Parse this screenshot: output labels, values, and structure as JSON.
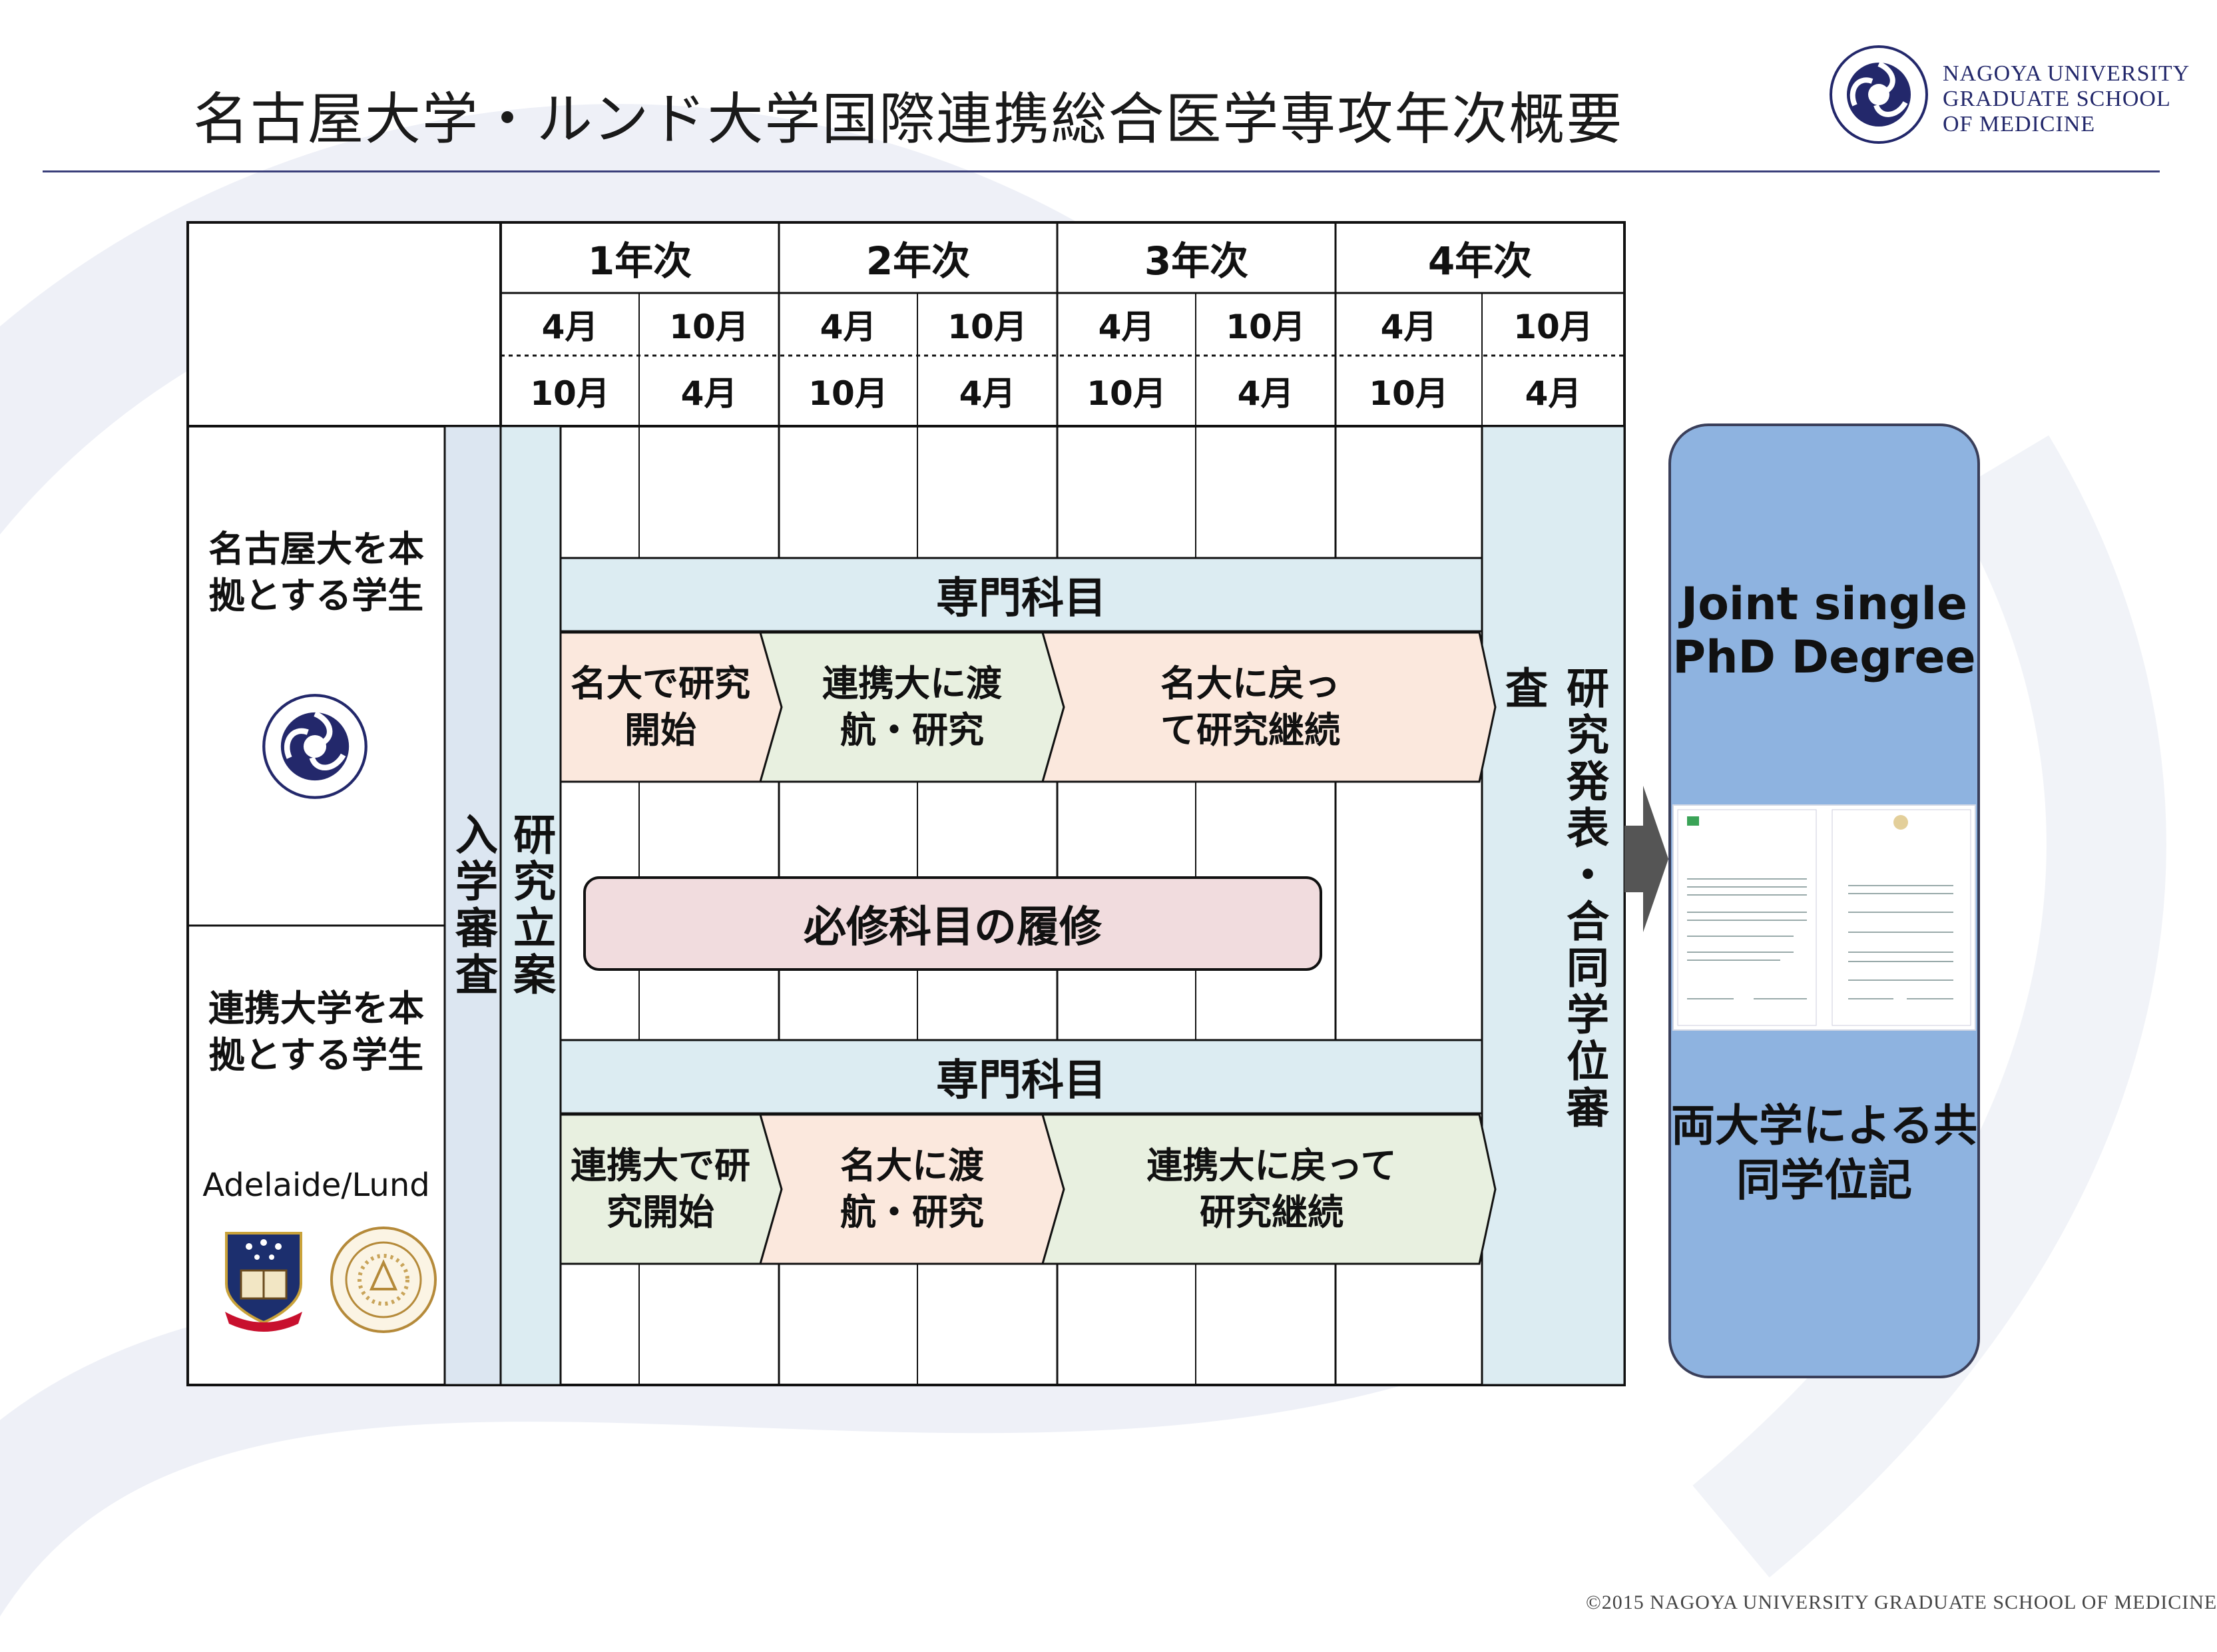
{
  "header": {
    "title": "名古屋大学・ルンド大学国際連携総合医学専攻年次概要",
    "university": {
      "line1": "NAGOYA UNIVERSITY",
      "line2": "GRADUATE SCHOOL",
      "line3": "OF MEDICINE",
      "logo_icon": "nagoya-university-seal-icon"
    }
  },
  "schedule": {
    "years": [
      "1年次",
      "2年次",
      "3年次",
      "4年次"
    ],
    "terms": [
      {
        "start": "4月",
        "end": "10月"
      },
      {
        "start": "10月",
        "end": "4月"
      },
      {
        "start": "4月",
        "end": "10月"
      },
      {
        "start": "10月",
        "end": "4月"
      },
      {
        "start": "4月",
        "end": "10月"
      },
      {
        "start": "10月",
        "end": "4月"
      },
      {
        "start": "4月",
        "end": "10月"
      },
      {
        "start": "10月",
        "end": "4月"
      }
    ],
    "stages": {
      "admission": "入学審査",
      "research_plan": "研究立案",
      "final_review": "研究発表・合同学位審査"
    },
    "groups": {
      "nagoya": {
        "label": "名古屋大を本拠とする学生",
        "logo_icon": "nagoya-university-seal-icon",
        "band": "専門科目",
        "phases": [
          "名大で研究開始",
          "連携大に渡航・研究",
          "名大に戻って研究継続"
        ]
      },
      "partner": {
        "label": "連携大学を本拠とする学生",
        "sublabel": "Adelaide/Lund",
        "logo_icons": [
          "adelaide-crest-icon",
          "lund-seal-icon"
        ],
        "band": "専門科目",
        "phases": [
          "連携大で研究開始",
          "名大に渡航・研究",
          "連携大に戻って研究継続"
        ]
      }
    },
    "required_course": "必修科目の履修"
  },
  "degree": {
    "title": "Joint single PhD Degree",
    "subtitle": "両大学による共同学位記",
    "diploma_icon": "joint-diploma-image"
  },
  "footer": {
    "copyright": "©2015 NAGOYA UNIVERSITY GRADUATE SCHOOL OF MEDICINE"
  },
  "colors": {
    "accent": "#23286b",
    "band_blue": "#dcecf2",
    "stage_blue": "#dce6f1",
    "phase_orange": "#fbe8dd",
    "phase_green": "#e8f0e0",
    "required_pink": "#f1dcde",
    "degree_blue": "#8eb3e0"
  }
}
